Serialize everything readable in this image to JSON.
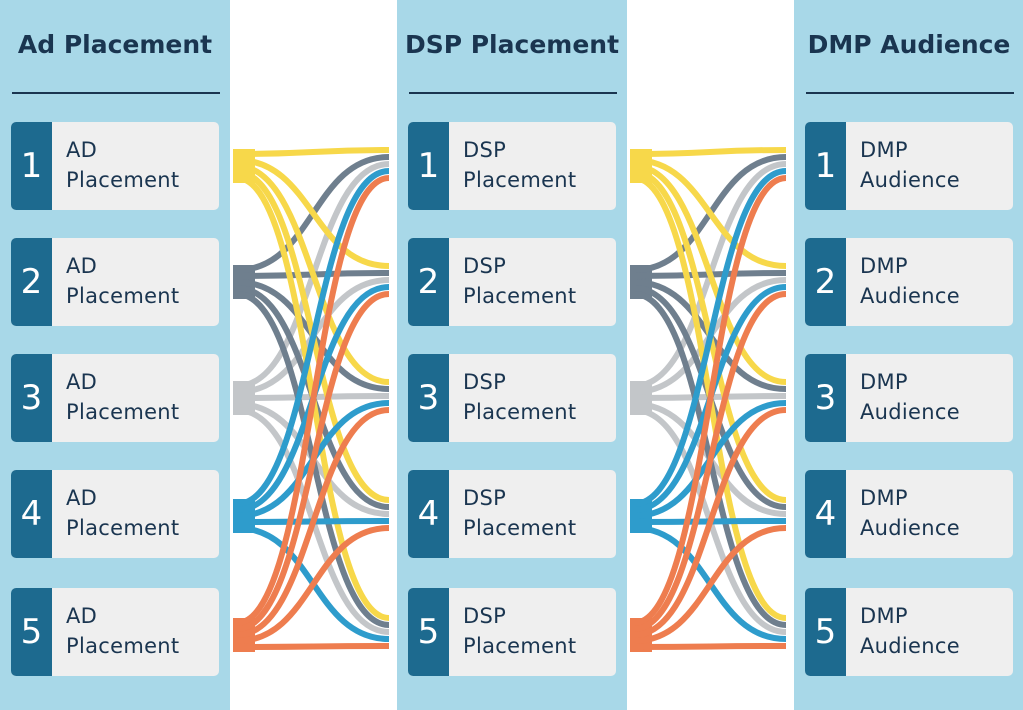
{
  "colors": {
    "panel": "#a8d8e8",
    "number_tile": "#1d6a8f",
    "card": "#efefef",
    "heading": "#1a3550",
    "flow_1": "#f7d84a",
    "flow_2": "#6f7f8e",
    "flow_3": "#c3c6c9",
    "flow_4": "#2e9ccc",
    "flow_5": "#ee7d4f"
  },
  "columns": [
    {
      "title": "Ad Placement",
      "items": [
        {
          "num": "1",
          "line1": "AD",
          "line2": "Placement"
        },
        {
          "num": "2",
          "line1": "AD",
          "line2": "Placement"
        },
        {
          "num": "3",
          "line1": "AD",
          "line2": "Placement"
        },
        {
          "num": "4",
          "line1": "AD",
          "line2": "Placement"
        },
        {
          "num": "5",
          "line1": "AD",
          "line2": "Placement"
        }
      ]
    },
    {
      "title": "DSP Placement",
      "items": [
        {
          "num": "1",
          "line1": "DSP",
          "line2": "Placement"
        },
        {
          "num": "2",
          "line1": "DSP",
          "line2": "Placement"
        },
        {
          "num": "3",
          "line1": "DSP",
          "line2": "Placement"
        },
        {
          "num": "4",
          "line1": "DSP",
          "line2": "Placement"
        },
        {
          "num": "5",
          "line1": "DSP",
          "line2": "Placement"
        }
      ]
    },
    {
      "title": "DMP Audience",
      "items": [
        {
          "num": "1",
          "line1": "DMP",
          "line2": "Audience"
        },
        {
          "num": "2",
          "line1": "DMP",
          "line2": "Audience"
        },
        {
          "num": "3",
          "line1": "DMP",
          "line2": "Audience"
        },
        {
          "num": "4",
          "line1": "DMP",
          "line2": "Audience"
        },
        {
          "num": "5",
          "line1": "DMP",
          "line2": "Audience"
        }
      ]
    }
  ]
}
